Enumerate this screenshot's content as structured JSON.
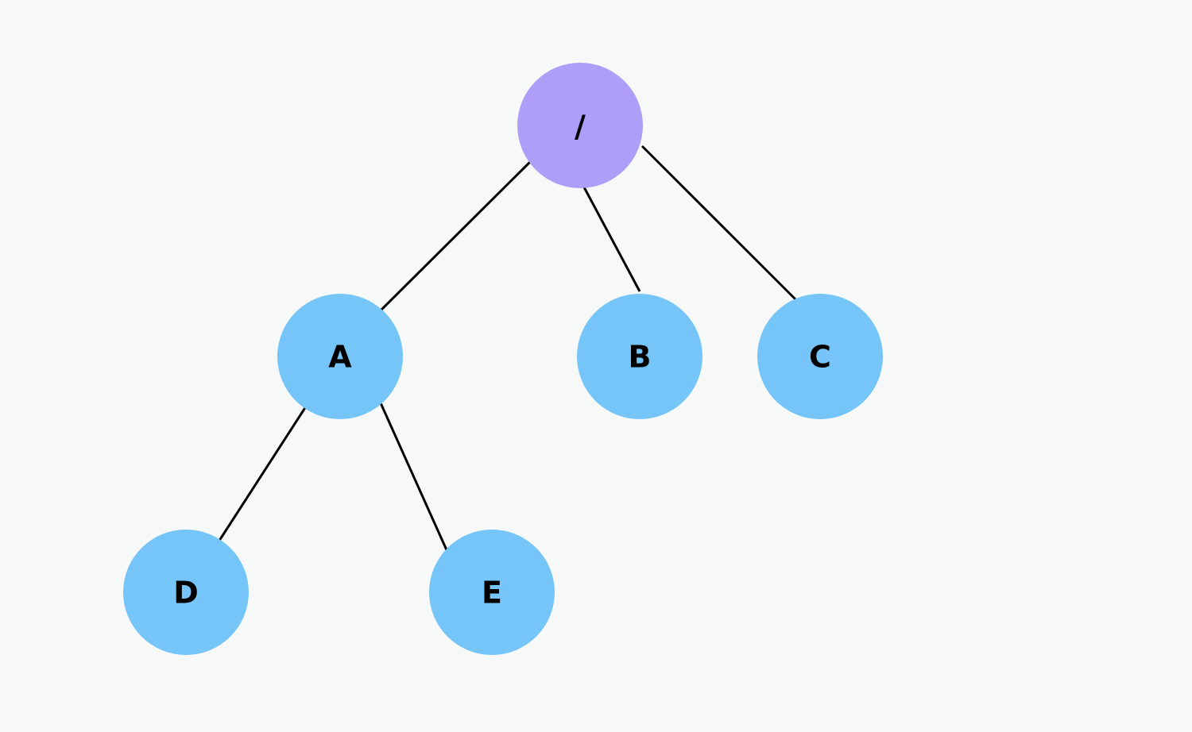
{
  "colors": {
    "background": "#f7f9f9",
    "root_fill": "#ae9ef7",
    "node_fill": "#75c5f8",
    "edge": "#000000",
    "label": "#000000"
  },
  "tree": {
    "root": {
      "id": "root",
      "label": "/"
    },
    "nodes": [
      {
        "id": "a",
        "label": "A"
      },
      {
        "id": "b",
        "label": "B"
      },
      {
        "id": "c",
        "label": "C"
      },
      {
        "id": "d",
        "label": "D"
      },
      {
        "id": "e",
        "label": "E"
      }
    ],
    "edges": [
      {
        "from": "root",
        "to": "a"
      },
      {
        "from": "root",
        "to": "b"
      },
      {
        "from": "root",
        "to": "c"
      },
      {
        "from": "a",
        "to": "d"
      },
      {
        "from": "a",
        "to": "e"
      }
    ]
  }
}
